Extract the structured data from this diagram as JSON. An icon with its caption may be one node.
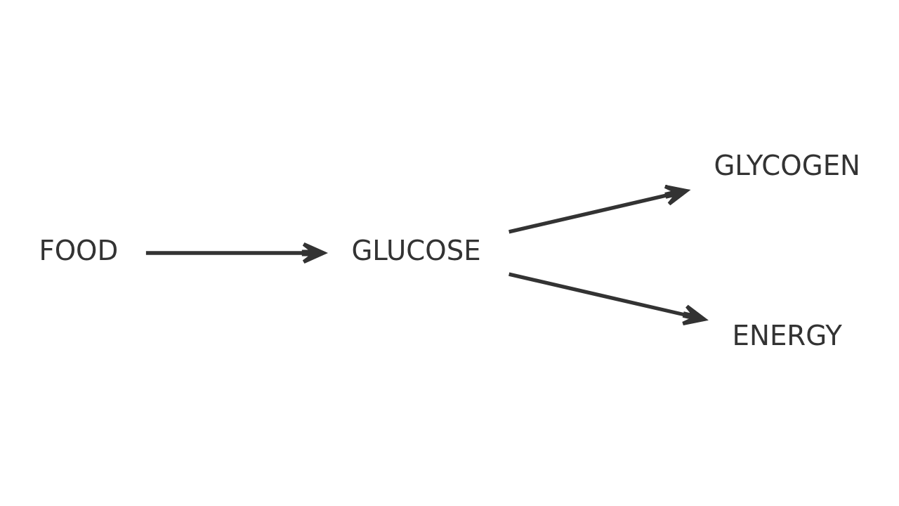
{
  "diagram": {
    "nodes": [
      {
        "text": [
          "FOOD"
        ]
      },
      {
        "text": [
          "GLUCOSE"
        ]
      },
      {
        "text": [
          "GLYCOGEN"
        ]
      },
      {
        "text": [
          "ENERGY"
        ]
      }
    ],
    "edges": [
      {
        "from": 0,
        "to": 1,
        "arrow": "to"
      },
      {
        "from": 1,
        "to": 2,
        "arrow": "to"
      },
      {
        "from": 1,
        "to": 3,
        "arrow": "to"
      }
    ]
  }
}
